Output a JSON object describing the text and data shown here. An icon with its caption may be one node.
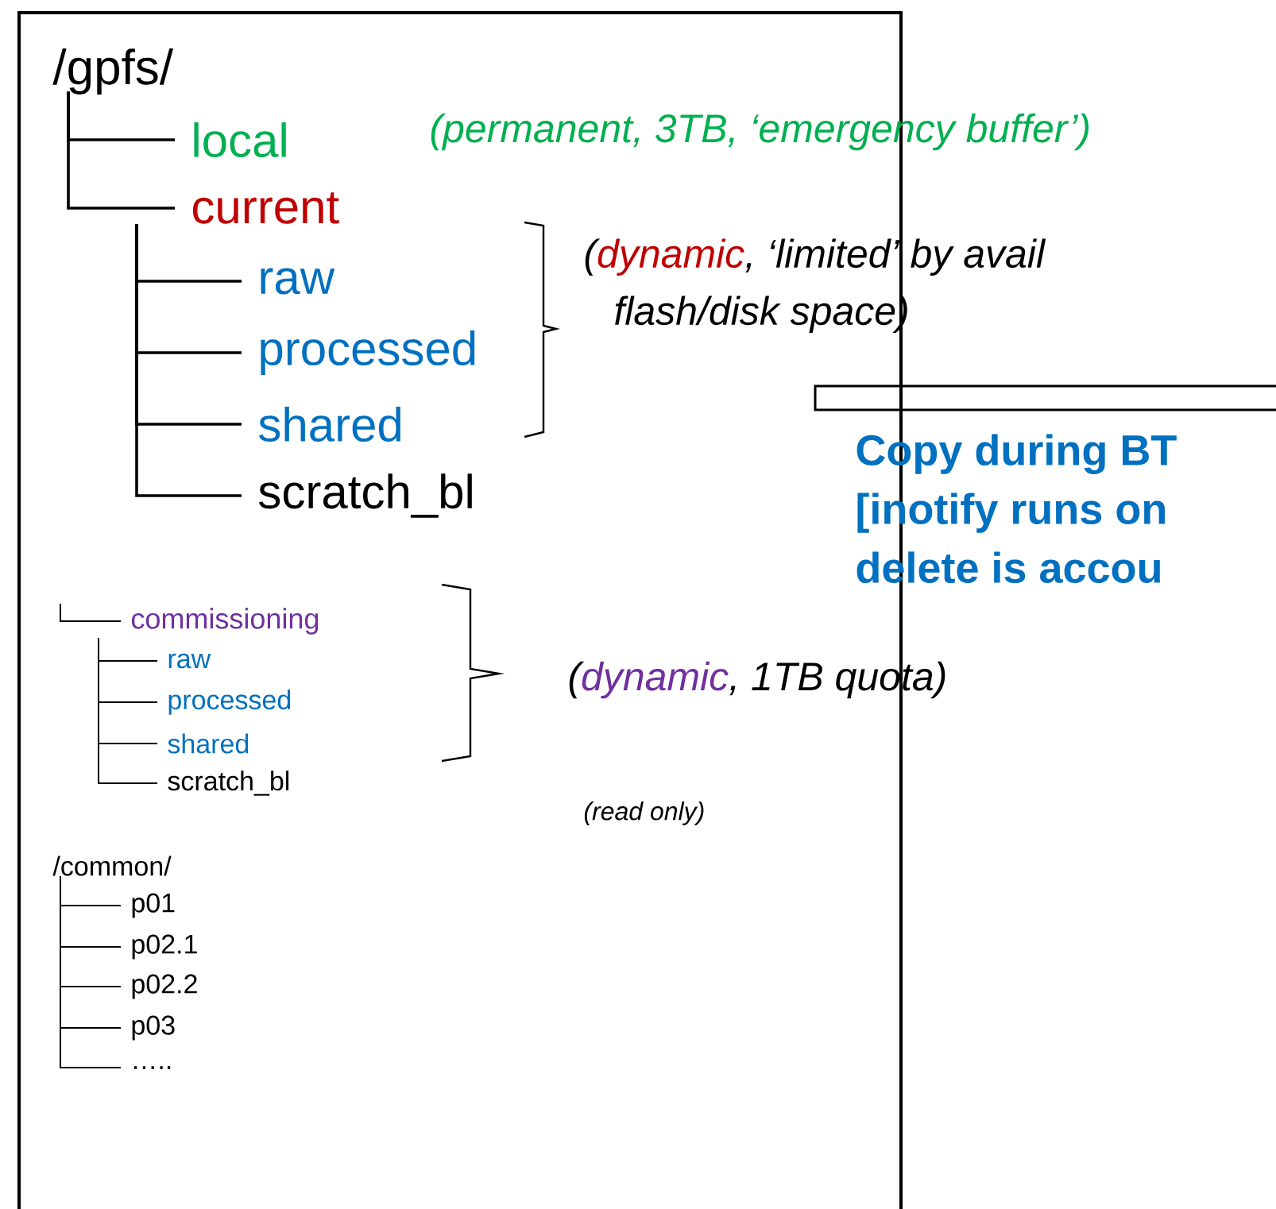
{
  "diagram": {
    "nodes": [
      {
        "text": [
          "/gpfs/"
        ]
      },
      {
        "text": [
          "local"
        ]
      },
      {
        "text": [
          "current"
        ]
      },
      {
        "text": [
          "raw"
        ]
      },
      {
        "text": [
          "processed"
        ]
      },
      {
        "text": [
          "shared"
        ]
      },
      {
        "text": [
          "scratch_bl"
        ]
      },
      {
        "text": [
          "commissioning"
        ]
      },
      {
        "text": [
          "raw"
        ]
      },
      {
        "text": [
          "processed"
        ]
      },
      {
        "text": [
          "shared"
        ]
      },
      {
        "text": [
          "scratch_bl"
        ]
      },
      {
        "text": [
          "/common/"
        ]
      },
      {
        "text": [
          "p01"
        ]
      },
      {
        "text": [
          "p02.1"
        ]
      },
      {
        "text": [
          "p02.2"
        ]
      },
      {
        "text": [
          "p03"
        ]
      },
      {
        "text": [
          "….."
        ]
      },
      {
        "text": [],
        "shape": "bar"
      }
    ],
    "edges": [
      {
        "from": 0,
        "to": 1,
        "arrow": "none"
      },
      {
        "from": 0,
        "to": 2,
        "arrow": "none"
      },
      {
        "from": 2,
        "to": 3,
        "arrow": "none"
      },
      {
        "from": 2,
        "to": 4,
        "arrow": "none"
      },
      {
        "from": 2,
        "to": 5,
        "arrow": "none"
      },
      {
        "from": 2,
        "to": 6,
        "arrow": "none"
      },
      {
        "from": null,
        "to": 7,
        "arrow": "none"
      },
      {
        "from": 7,
        "to": 8,
        "arrow": "none"
      },
      {
        "from": 7,
        "to": 9,
        "arrow": "none"
      },
      {
        "from": 7,
        "to": 10,
        "arrow": "none"
      },
      {
        "from": 7,
        "to": 11,
        "arrow": "none"
      },
      {
        "from": 12,
        "to": 13,
        "arrow": "none"
      },
      {
        "from": 12,
        "to": 14,
        "arrow": "none"
      },
      {
        "from": 12,
        "to": 15,
        "arrow": "none"
      },
      {
        "from": 12,
        "to": 16,
        "arrow": "none"
      },
      {
        "from": 12,
        "to": 17,
        "arrow": "none"
      }
    ],
    "labels": [
      "(permanent, 3TB, ‘emergency buffer’)",
      "(",
      "dynamic",
      ", ‘limited’ by avail flash/disk space)",
      "Copy during BT [inotify runs on delete is accou",
      "(",
      "dynamic",
      ", 1TB quota)",
      "(read only)"
    ]
  }
}
